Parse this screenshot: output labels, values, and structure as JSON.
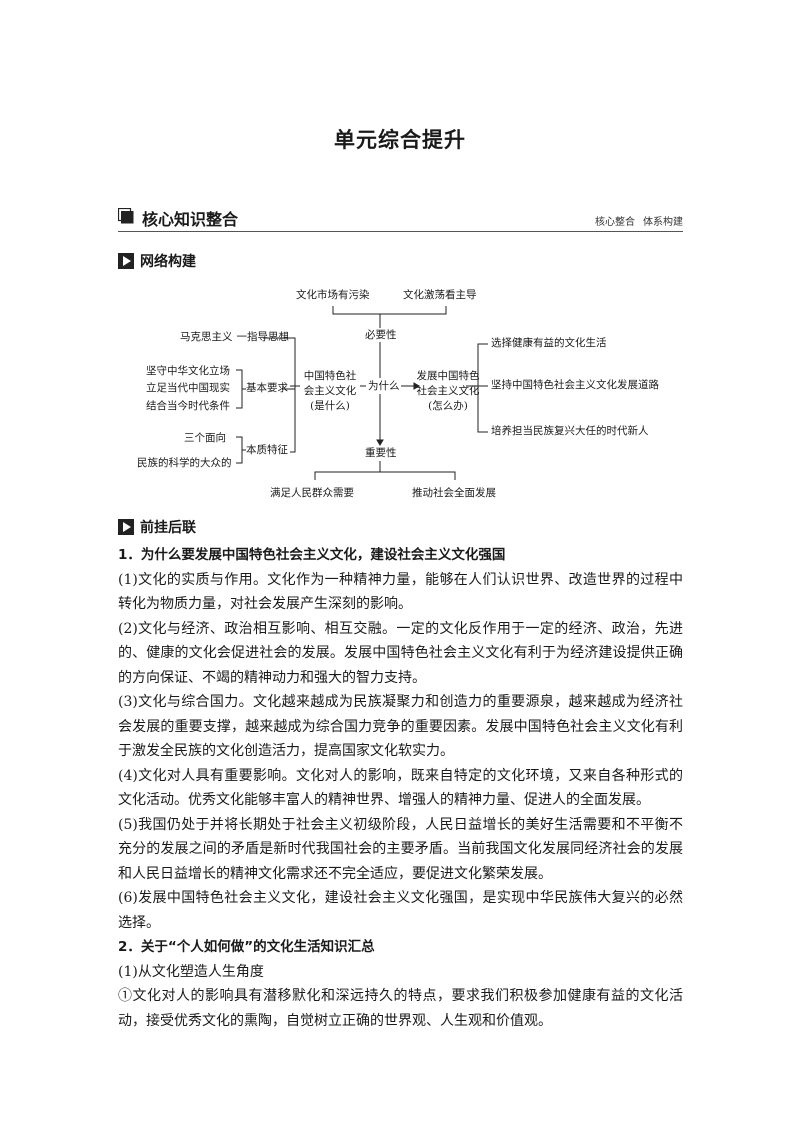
{
  "title": "单元综合提升",
  "section": {
    "title": "核心知识整合",
    "tags": [
      "核心整合",
      "体系构建"
    ]
  },
  "network": {
    "heading": "网络构建",
    "top_left": "文化市场有污染",
    "top_right": "文化激荡看主导",
    "necessity": "必要性",
    "marx": "马克思主义",
    "marx_role": "一指导思想",
    "req_items": [
      "坚守中华文化立场",
      "立足当代中国现实",
      "结合当今时代条件"
    ],
    "basic_req": "基本要求",
    "center_lines": [
      "中国特色社",
      "会主义文化",
      "(是什么)"
    ],
    "why": "为什么",
    "develop_lines": [
      "发展中国特色",
      "社会主义文化",
      "(怎么办)"
    ],
    "right_items": [
      "选择健康有益的文化生活",
      "坚持中国特色社会主义文化发展道路",
      "培养担当民族复兴大任的时代新人"
    ],
    "three": "三个面向",
    "nsp": "民族的科学的大众的",
    "essence": "本质特征",
    "importance": "重要性",
    "bottom_left": "满足人民群众需要",
    "bottom_right": "推动社会全面发展"
  },
  "links": {
    "heading": "前挂后联",
    "q1_title": "1．为什么要发展中国特色社会主义文化，建设社会主义文化强国",
    "q1_items": [
      "(1)文化的实质与作用。文化作为一种精神力量，能够在人们认识世界、改造世界的过程中转化为物质力量，对社会发展产生深刻的影响。",
      "(2)文化与经济、政治相互影响、相互交融。一定的文化反作用于一定的经济、政治，先进的、健康的文化会促进社会的发展。发展中国特色社会主义文化有利于为经济建设提供正确的方向保证、不竭的精神动力和强大的智力支持。",
      "(3)文化与综合国力。文化越来越成为民族凝聚力和创造力的重要源泉，越来越成为经济社会发展的重要支撑，越来越成为综合国力竞争的重要因素。发展中国特色社会主义文化有利于激发全民族的文化创造活力，提高国家文化软实力。",
      "(4)文化对人具有重要影响。文化对人的影响，既来自特定的文化环境，又来自各种形式的文化活动。优秀文化能够丰富人的精神世界、增强人的精神力量、促进人的全面发展。",
      "(5)我国仍处于并将长期处于社会主义初级阶段，人民日益增长的美好生活需要和不平衡不充分的发展之间的矛盾是新时代我国社会的主要矛盾。当前我国文化发展同经济社会的发展和人民日益增长的精神文化需求还不完全适应，要促进文化繁荣发展。",
      "(6)发展中国特色社会主义文化，建设社会主义文化强国，是实现中华民族伟大复兴的必然选择。"
    ],
    "q2_title": "2．关于“个人如何做”的文化生活知识汇总",
    "q2_sub": "(1)从文化塑造人生角度",
    "q2_item1": "①文化对人的影响具有潜移默化和深远持久的特点，要求我们积极参加健康有益的文化活动，接受优秀文化的熏陶，自觉树立正确的世界观、人生观和价值观。"
  }
}
